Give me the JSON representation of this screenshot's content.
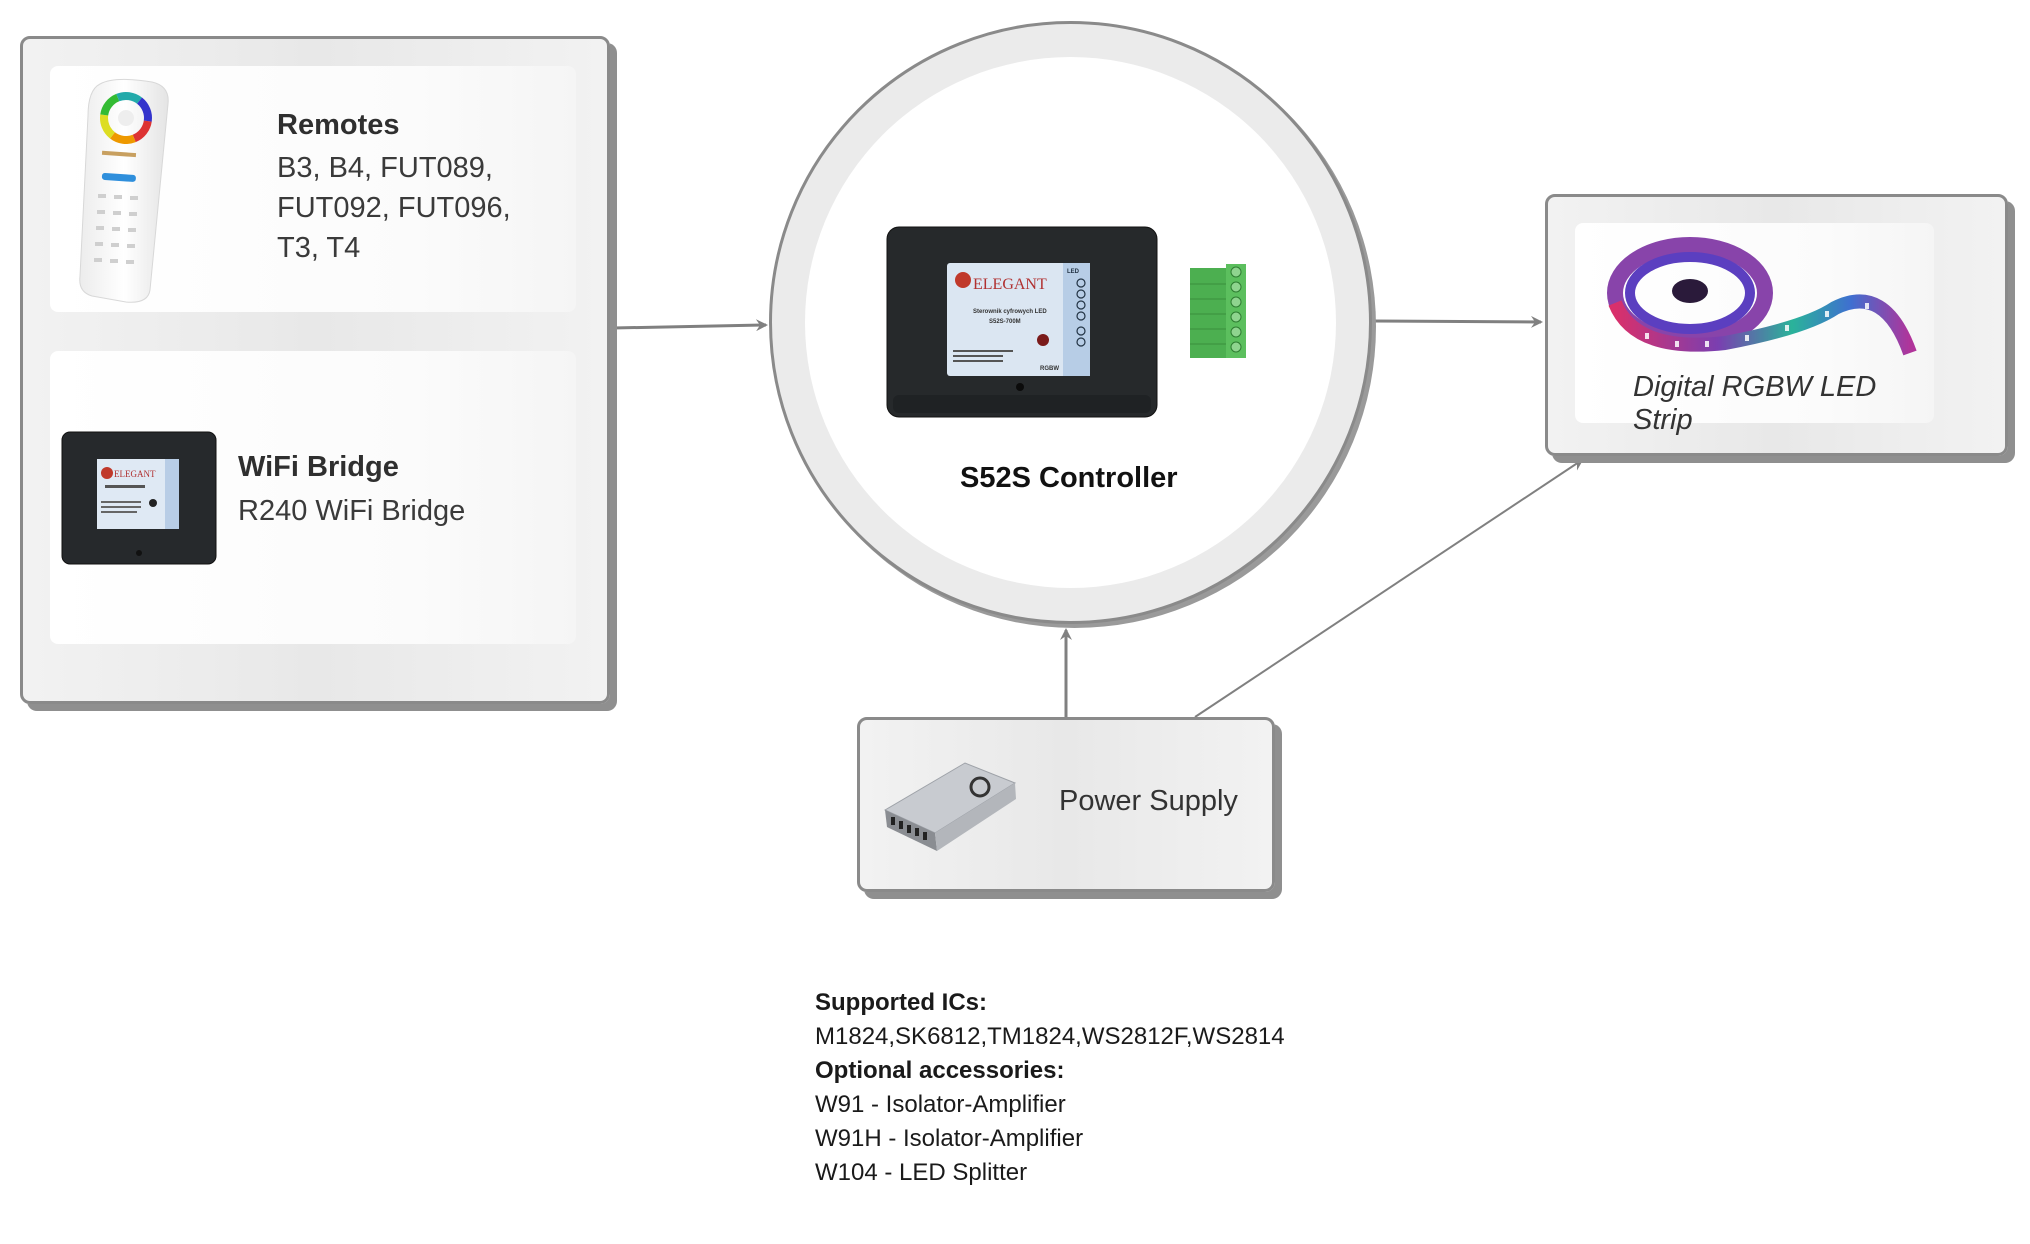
{
  "remotes": {
    "title": "Remotes",
    "lines": [
      "B3, B4, FUT089,",
      "FUT092, FUT096,",
      "T3, T4"
    ],
    "image_icon": "remote-control-icon"
  },
  "wifi_bridge": {
    "title": "WiFi Bridge",
    "subtitle": "R240 WiFi Bridge",
    "image_icon": "wifi-bridge-device-icon",
    "label_brand": "ELEGANT"
  },
  "controller": {
    "title": "S52S Controller",
    "image_icon": "controller-device-icon",
    "device_label": {
      "brand": "ELEGANT",
      "line1": "Sterownik cyfrowych LED",
      "line2": "S52S-700M",
      "footer": "RGBW",
      "side": "LED"
    }
  },
  "led_strip": {
    "title": "Digital RGBW LED Strip",
    "image_icon": "led-strip-icon"
  },
  "power_supply": {
    "title": "Power Supply",
    "image_icon": "power-supply-icon"
  },
  "notes": {
    "supported_label": "Supported ICs:",
    "supported_value": "M1824,SK6812,TM1824,WS2812F,WS2814",
    "accessories_label": "Optional accessories:",
    "accessories": [
      "W91 - Isolator-Amplifier",
      "W91H - Isolator-Amplifier",
      "W104 - LED Splitter"
    ]
  },
  "colors": {
    "connector": "#808080",
    "box_border": "#8a8a8a",
    "terminal_green": "#4caf50"
  }
}
